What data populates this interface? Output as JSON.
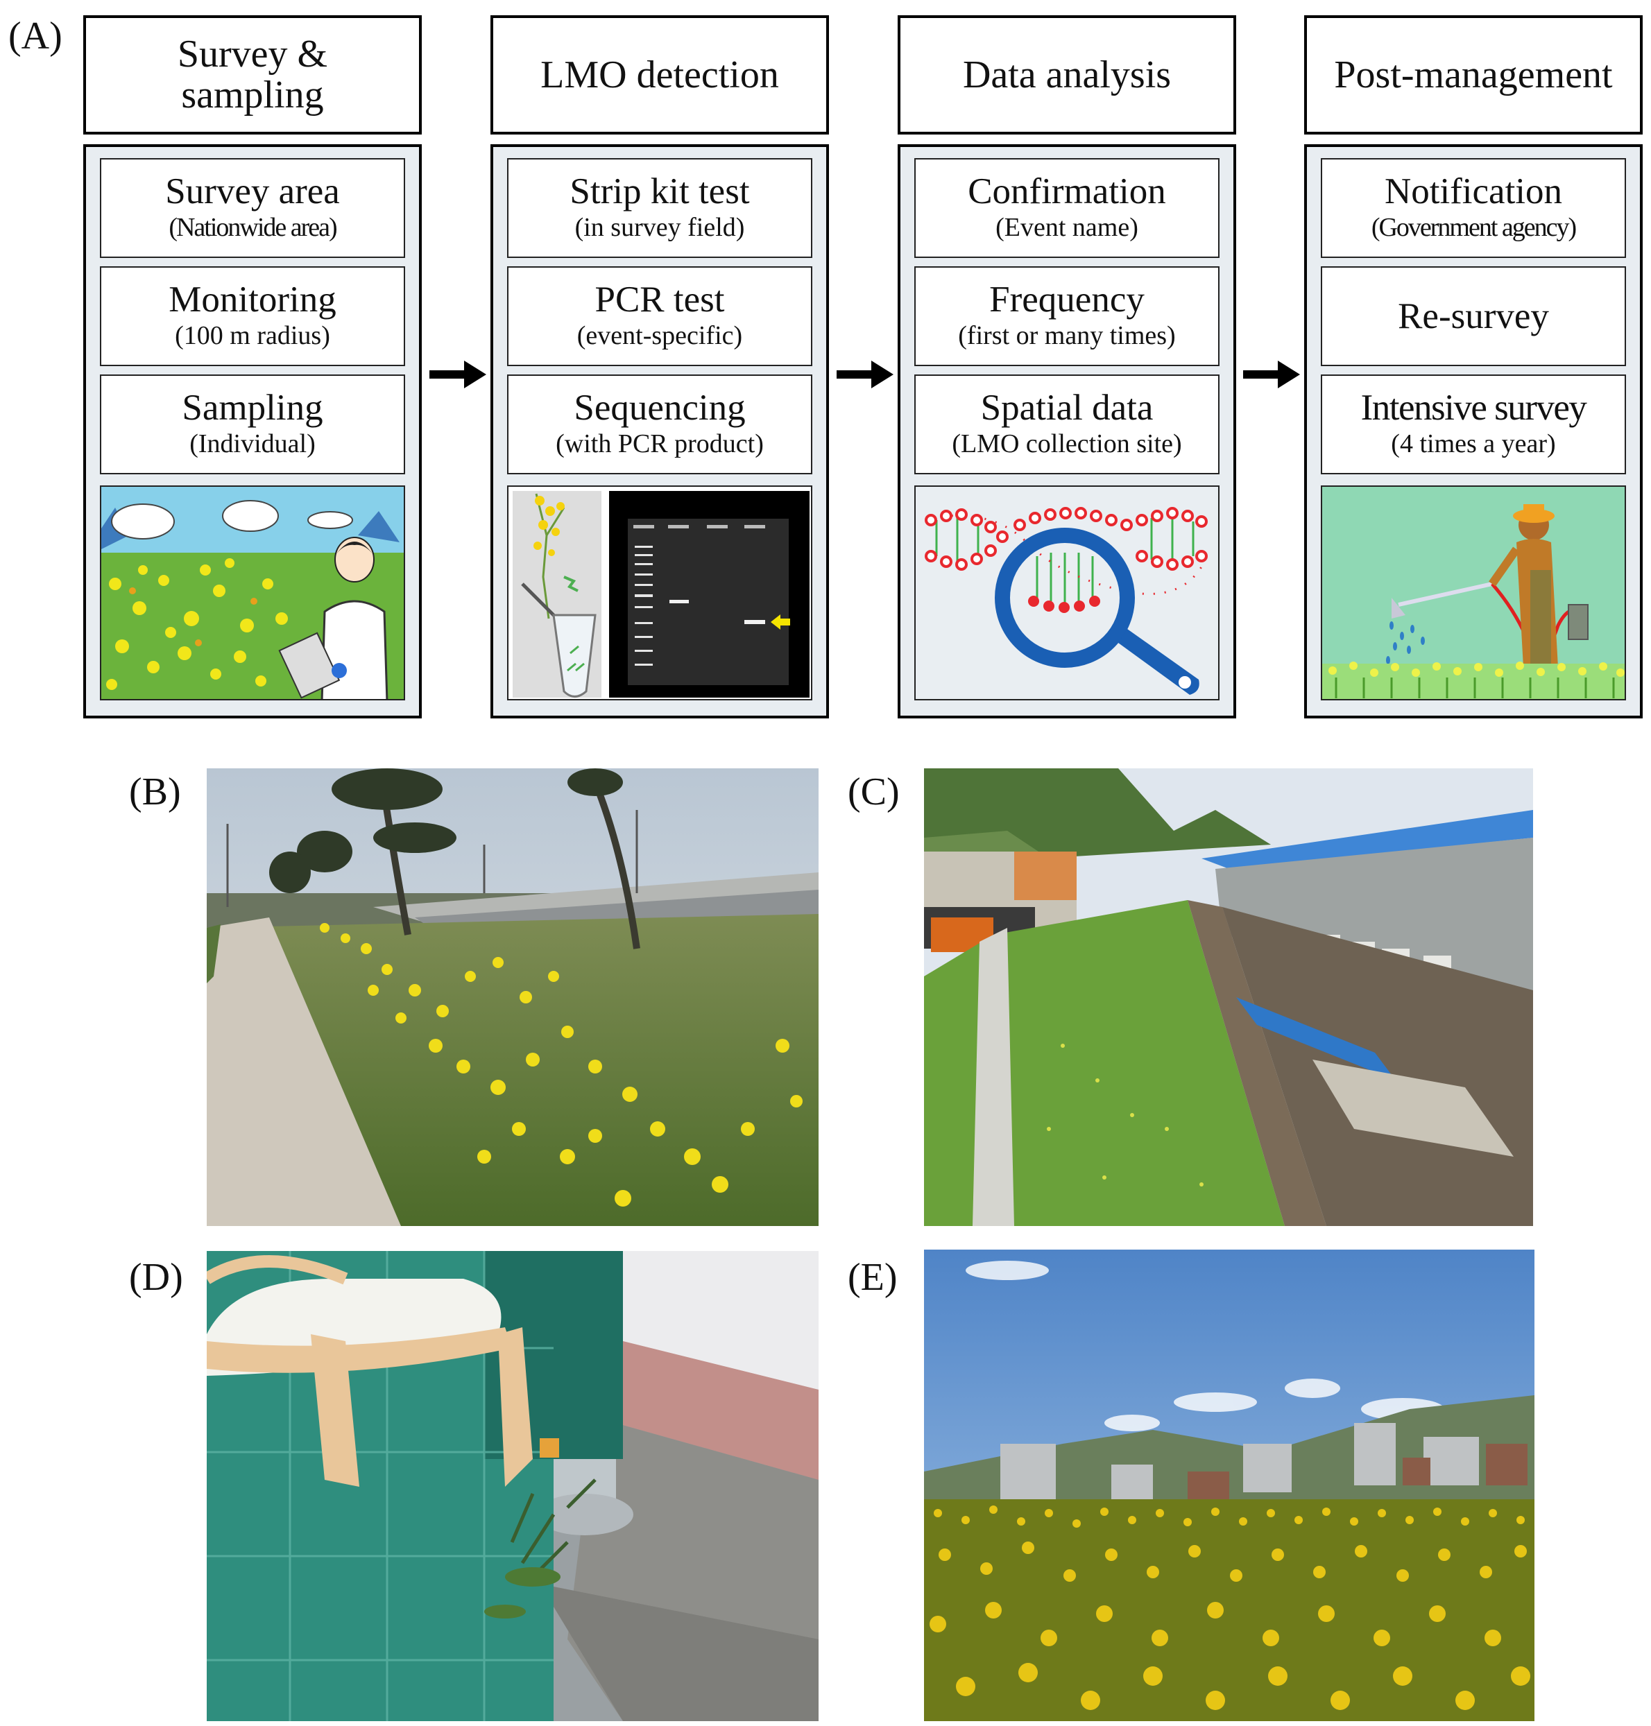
{
  "labels": {
    "a": "(A)",
    "b": "(B)",
    "c": "(C)",
    "d": "(D)",
    "e": "(E)"
  },
  "workflow": {
    "stages": [
      {
        "title_line1": "Survey &",
        "title_line2": "sampling",
        "items": [
          {
            "main": "Survey area",
            "sub": "(Nationwide area)"
          },
          {
            "main": "Monitoring",
            "sub": "(100 m radius)"
          },
          {
            "main": "Sampling",
            "sub": "(Individual)"
          }
        ]
      },
      {
        "title_line1": "LMO detection",
        "title_line2": "",
        "items": [
          {
            "main": "Strip kit test",
            "sub": "(in survey field)"
          },
          {
            "main": "PCR test",
            "sub": "(event-specific)"
          },
          {
            "main": "Sequencing",
            "sub": "(with PCR product)"
          }
        ]
      },
      {
        "title_line1": "Data analysis",
        "title_line2": "",
        "items": [
          {
            "main": "Confirmation",
            "sub": "(Event name)"
          },
          {
            "main": "Frequency",
            "sub": "(first or many times)"
          },
          {
            "main": "Spatial data",
            "sub": "(LMO collection site)"
          }
        ]
      },
      {
        "title_line1": "Post-management",
        "title_line2": "",
        "items": [
          {
            "main": "Notification",
            "sub": "(Government agency)"
          },
          {
            "main": "Re-survey",
            "sub": ""
          },
          {
            "main": "Intensive survey",
            "sub": "(4 times a year)"
          }
        ]
      }
    ]
  },
  "colors": {
    "column_bg": "#e8edf1",
    "sky": "#87d0ea",
    "field_green": "#5daa3a",
    "flower_yellow": "#f4e51b",
    "dna_red": "#e8282e",
    "lens_blue": "#1a5fb4",
    "mint_bg": "#8fd8b4"
  }
}
